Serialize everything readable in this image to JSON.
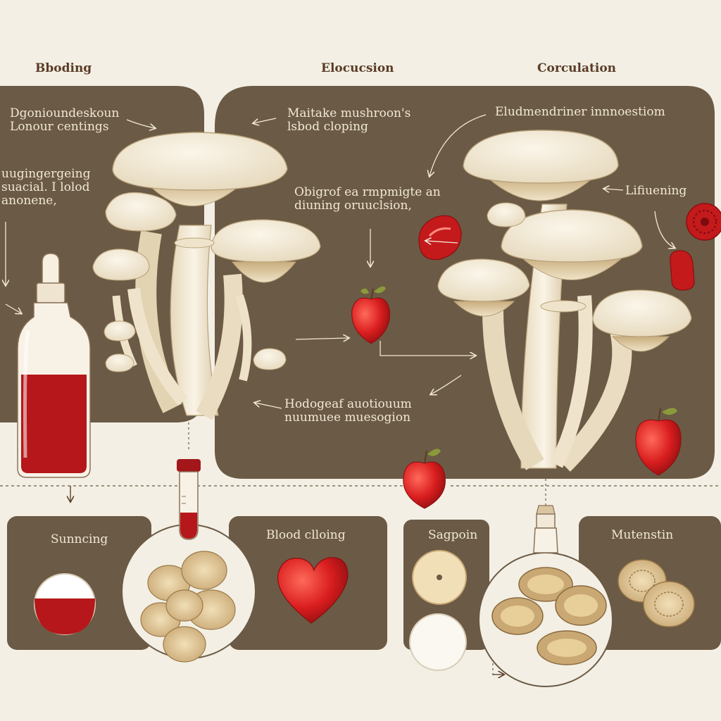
{
  "headers": {
    "left": "Bboding",
    "center": "Elocucsion",
    "right": "Corculation"
  },
  "panel_labels": {
    "left_top_line1": "Dgonioundeskoun",
    "left_top_line2": "Lonour centings",
    "left_mid_line1": "uugingergeing",
    "left_mid_line2": "suacial. I lolod",
    "left_mid_line3": "anonene,",
    "center_top_line1": "Maitake mushroon's",
    "center_top_line2": "lsbod cloping",
    "center_mid_line1": "Obigrof ea rmpmigte an",
    "center_mid_line2": "diuning oruuclsion,",
    "center_bottom_line1": "Hodogeaf auotiouum",
    "center_bottom_line2": "nuumuee muesogion",
    "right_top": "Eludmendriner innnoestiom",
    "right_mid": "Lifiuening"
  },
  "bottom_labels": {
    "card1": "Sunncing",
    "card2": "Blood clloing",
    "card3": "Sagpoin",
    "card4": "Mutenstin"
  },
  "colors": {
    "background": "#f3efe4",
    "panel": "#6b5a45",
    "blood_red": "#b5171a",
    "mushroom_cap": "#f4ecd8",
    "mushroom_gill": "#d9c59f"
  }
}
